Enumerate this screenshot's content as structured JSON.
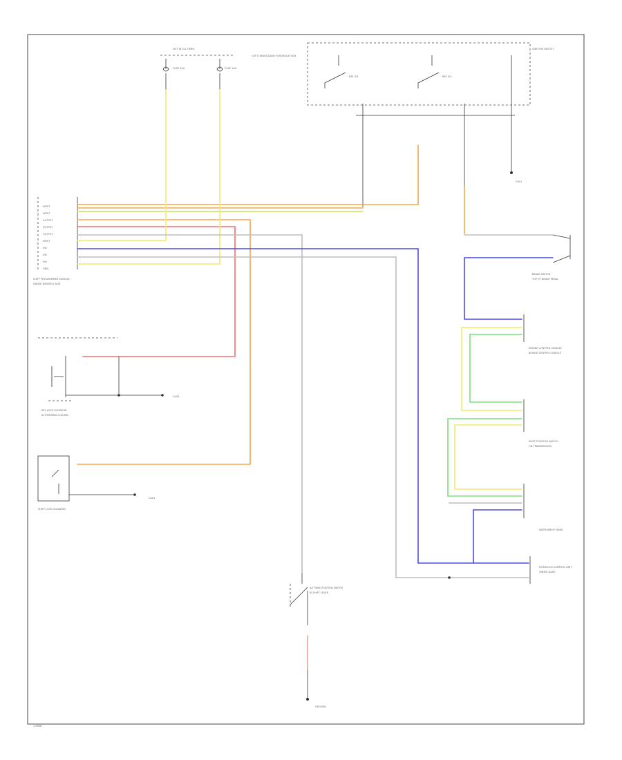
{
  "page": {
    "footer_code": "1-0998"
  },
  "colors": {
    "frame": "#444444",
    "orange": "#f5a54a",
    "yellow": "#f2ec6a",
    "red": "#f26d6d",
    "pink": "#f2a0a0",
    "blue": "#4a4ae6",
    "green": "#7be07b",
    "gray": "#bdbdbd",
    "dark": "#333333",
    "yellow_green": "#c8e05a"
  },
  "fuse_box_top": {
    "title": "HOT IN ALL TIMES",
    "note": "LEFT UNDER-DASH FUSE/RELAY BOX",
    "fuse_a": "FUSE 20A",
    "fuse_b": "FUSE 10A"
  },
  "ignition_switch": {
    "title": "IGNITION SWITCH",
    "pos_a": "BAT IG1",
    "pos_b": "BAT IG2"
  },
  "transmission_module": {
    "title": "SHIFT PROGRAMMER MODULE",
    "sub": "UNDER DRIVER'S SEAT",
    "pins": [
      "INPUT",
      "INPUT",
      "OUTPUT",
      "OUTPUT",
      "OUTPUT",
      "INPUT",
      "SW",
      "SW",
      "SW",
      "GND"
    ]
  },
  "key_lock": {
    "title": "KEY LOCK SOLENOID",
    "sub": "IN STEERING COLUMN"
  },
  "interlock_unit": {
    "title": "INTERLOCK CONTROL UNIT",
    "sub": "UNDER DASH"
  },
  "brake_switch": {
    "title": "BRAKE SWITCH",
    "sub": "TOP OF BRAKE PEDAL"
  },
  "engine_control": {
    "title": "ENGINE CONTROL MODULE",
    "sub": "BEHIND CENTER CONSOLE"
  },
  "shift_position": {
    "title": "SHIFT POSITION SWITCH",
    "sub": "ON TRANSMISSION"
  },
  "instrument_panel": {
    "title": "INSTRUMENT PANEL"
  },
  "ground": {
    "g1": "G401",
    "g2": "G402",
    "g3": "G201",
    "label": "GROUND"
  },
  "park_switch": {
    "title": "A/T PARK POSITION SWITCH",
    "sub": "IN SHIFT LEVER"
  },
  "shift_lock": {
    "title": "SHIFT LOCK SOLENOID"
  }
}
